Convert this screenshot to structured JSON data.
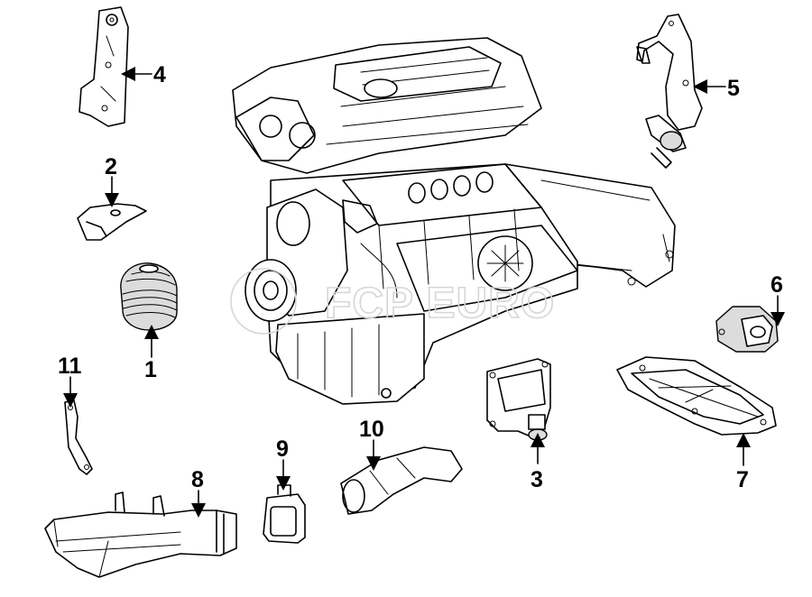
{
  "watermark": {
    "text": "FCP EURO"
  },
  "callouts": [
    {
      "id": "1",
      "label": "1"
    },
    {
      "id": "2",
      "label": "2"
    },
    {
      "id": "3",
      "label": "3"
    },
    {
      "id": "4",
      "label": "4"
    },
    {
      "id": "5",
      "label": "5"
    },
    {
      "id": "6",
      "label": "6"
    },
    {
      "id": "7",
      "label": "7"
    },
    {
      "id": "8",
      "label": "8"
    },
    {
      "id": "9",
      "label": "9"
    },
    {
      "id": "10",
      "label": "10"
    },
    {
      "id": "11",
      "label": "11"
    }
  ]
}
